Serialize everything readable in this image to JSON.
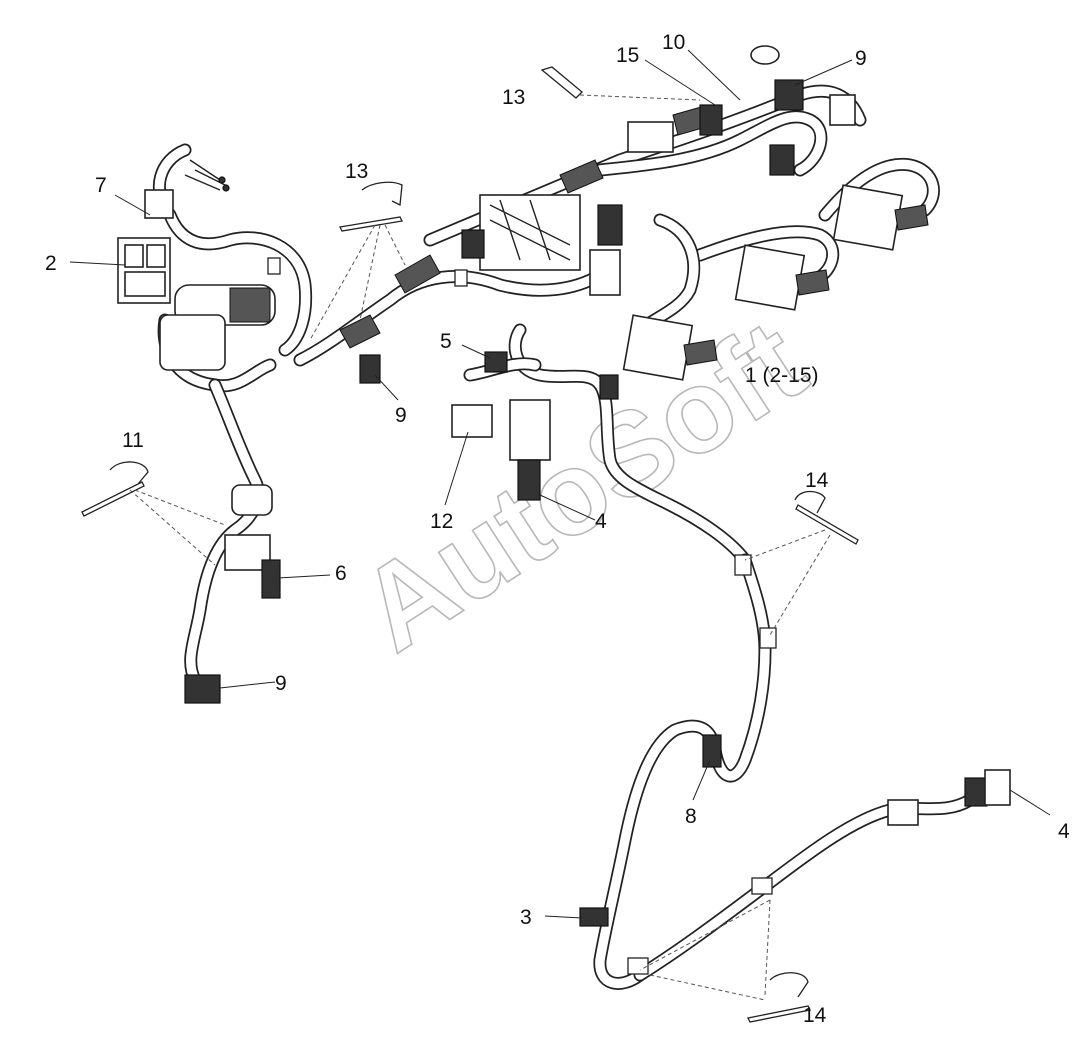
{
  "diagram": {
    "watermark": "AutoSoft",
    "assembly_label": "1 (2-15)",
    "callouts": [
      {
        "id": "c15",
        "text": "15"
      },
      {
        "id": "c10",
        "text": "10"
      },
      {
        "id": "c9a",
        "text": "9"
      },
      {
        "id": "c13a",
        "text": "13"
      },
      {
        "id": "c13b",
        "text": "13"
      },
      {
        "id": "c7",
        "text": "7"
      },
      {
        "id": "c2",
        "text": "2"
      },
      {
        "id": "c5",
        "text": "5"
      },
      {
        "id": "c9b",
        "text": "9"
      },
      {
        "id": "c11",
        "text": "11"
      },
      {
        "id": "c12",
        "text": "12"
      },
      {
        "id": "c4a",
        "text": "4"
      },
      {
        "id": "c14a",
        "text": "14"
      },
      {
        "id": "c6",
        "text": "6"
      },
      {
        "id": "c9c",
        "text": "9"
      },
      {
        "id": "c8",
        "text": "8"
      },
      {
        "id": "c4b",
        "text": "4"
      },
      {
        "id": "c3",
        "text": "3"
      },
      {
        "id": "c14b",
        "text": "14"
      }
    ]
  }
}
